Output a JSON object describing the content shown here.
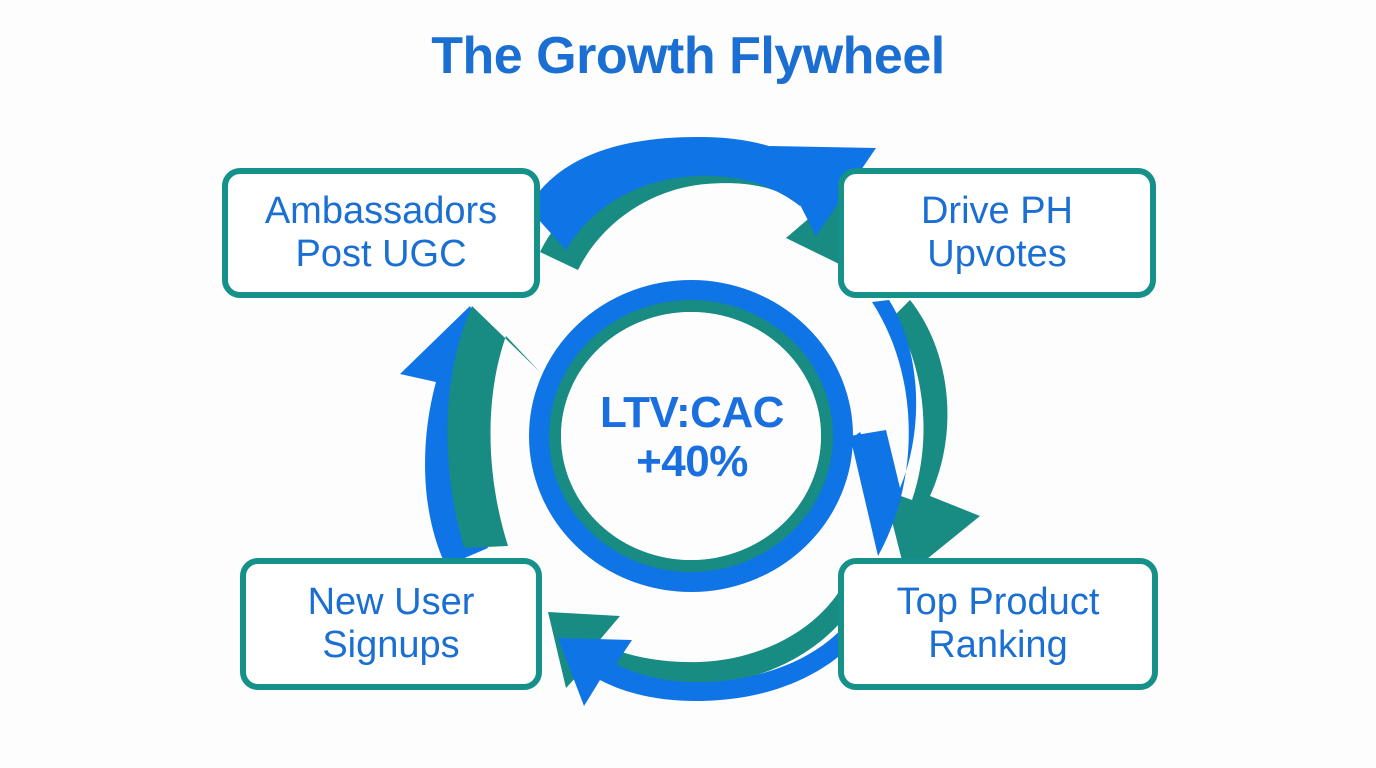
{
  "page": {
    "title": "The Growth Flywheel",
    "background_color": "#fdfdfd"
  },
  "colors": {
    "blue": "#0f74e6",
    "blue_text": "#1b6fd2",
    "teal": "#15918a",
    "box_fill": "#ffffff"
  },
  "hub": {
    "line1": "LTV:CAC",
    "line2": "+40%"
  },
  "nodes": [
    {
      "id": "ambassadors-post-ugc",
      "line1": "Ambassadors",
      "line2": "Post UGC",
      "position": "top-left"
    },
    {
      "id": "drive-ph-upvotes",
      "line1": "Drive PH",
      "line2": "Upvotes",
      "position": "top-right"
    },
    {
      "id": "top-product-ranking",
      "line1": "Top Product",
      "line2": "Ranking",
      "position": "bottom-right"
    },
    {
      "id": "new-user-signups",
      "line1": "New User",
      "line2": "Signups",
      "position": "bottom-left"
    }
  ],
  "arrows": [
    {
      "id": "arrow-top",
      "from": "ambassadors-post-ugc",
      "to": "drive-ph-upvotes",
      "direction": "right"
    },
    {
      "id": "arrow-right",
      "from": "drive-ph-upvotes",
      "to": "top-product-ranking",
      "direction": "down"
    },
    {
      "id": "arrow-bottom",
      "from": "top-product-ranking",
      "to": "new-user-signups",
      "direction": "left"
    },
    {
      "id": "arrow-left",
      "from": "new-user-signups",
      "to": "ambassadors-post-ugc",
      "direction": "up"
    }
  ],
  "chart_data": {
    "type": "diagram",
    "diagram_type": "cycle-flywheel",
    "title": "The Growth Flywheel",
    "center_label": "LTV:CAC +40%",
    "nodes": [
      "Ambassadors Post UGC",
      "Drive PH Upvotes",
      "Top Product Ranking",
      "New User Signups"
    ],
    "edges": [
      [
        "Ambassadors Post UGC",
        "Drive PH Upvotes"
      ],
      [
        "Drive PH Upvotes",
        "Top Product Ranking"
      ],
      [
        "Top Product Ranking",
        "New User Signups"
      ],
      [
        "New User Signups",
        "Ambassadors Post UGC"
      ]
    ],
    "cycle_direction": "clockwise"
  }
}
